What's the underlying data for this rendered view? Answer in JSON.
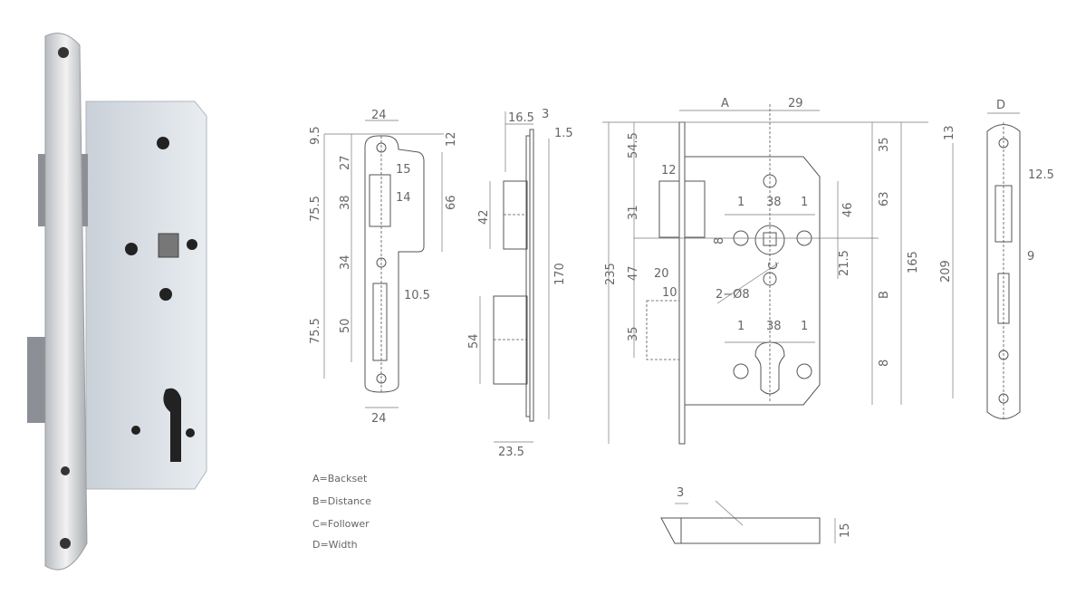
{
  "strike_plate": {
    "top_width": "24",
    "top_offset": "9.5",
    "right_offset": "12",
    "d27": "27",
    "d15": "15",
    "d14": "14",
    "d38": "38",
    "d66": "66",
    "d75a": "75.5",
    "d34": "34",
    "d10_5": "10.5",
    "d50": "50",
    "d75b": "75.5",
    "bottom_width": "24"
  },
  "side_view": {
    "d16_5": "16.5",
    "d3": "3",
    "d1_5": "1.5",
    "d42": "42",
    "d170": "170",
    "d54": "54",
    "d23_5": "23.5"
  },
  "lock_body": {
    "A": "A",
    "d29": "29",
    "d54_5": "54.5",
    "d35_top": "35",
    "d12": "12",
    "d63": "63",
    "d31": "31",
    "d1a": "1",
    "d38a": "38",
    "d1b": "1",
    "d46": "46",
    "d8a": "8",
    "d21_5": "21.5",
    "C": "C",
    "d47": "47",
    "d20": "20",
    "d10": "10",
    "holes": "2−Ø8",
    "B": "B",
    "d235": "235",
    "d165": "165",
    "d35_low": "35",
    "d1c": "1",
    "d38b": "38",
    "d1d": "1",
    "d8b": "8"
  },
  "faceplate": {
    "D": "D",
    "d13": "13",
    "d12_5": "12.5",
    "d209": "209",
    "d9": "9"
  },
  "latch": {
    "d3": "3",
    "d15": "15"
  },
  "legend": [
    "A=Backset",
    "B=Distance",
    "C=Follower",
    "D=Width"
  ]
}
